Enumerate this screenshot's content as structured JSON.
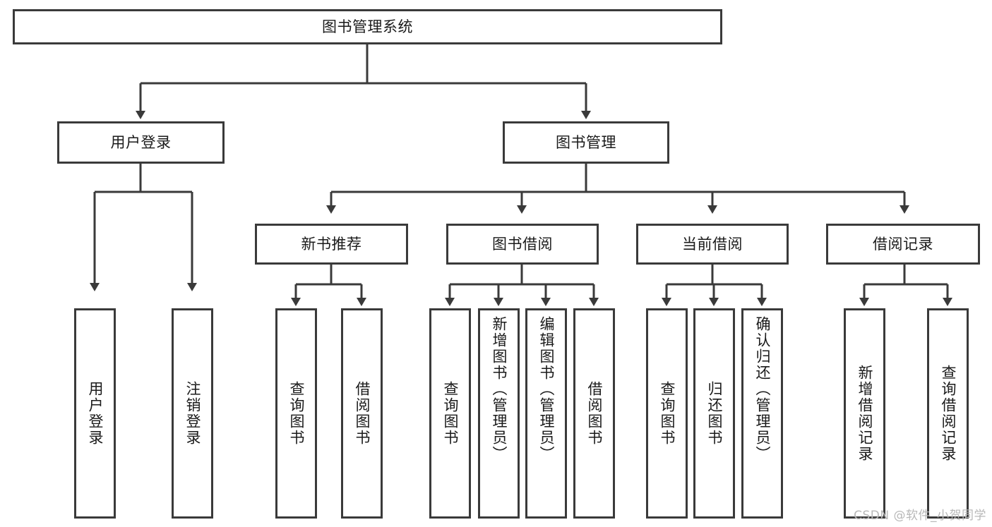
{
  "diagram": {
    "type": "tree-hierarchy",
    "title": "图书管理系统",
    "root": {
      "id": "root",
      "label": "图书管理系统"
    },
    "level1": [
      {
        "id": "user-login",
        "label": "用户登录"
      },
      {
        "id": "book-manage",
        "label": "图书管理"
      }
    ],
    "level2": [
      {
        "id": "new-book-recommend",
        "label": "新书推荐",
        "parent": "book-manage"
      },
      {
        "id": "book-borrow",
        "label": "图书借阅",
        "parent": "book-manage"
      },
      {
        "id": "current-borrow",
        "label": "当前借阅",
        "parent": "book-manage"
      },
      {
        "id": "borrow-record",
        "label": "借阅记录",
        "parent": "book-manage"
      }
    ],
    "leaves": [
      {
        "id": "leaf-user-login",
        "label": "用户登录",
        "parent": "user-login"
      },
      {
        "id": "leaf-logout",
        "label": "注销登录",
        "parent": "user-login"
      },
      {
        "id": "leaf-query-book-1",
        "label": "查询图书",
        "parent": "new-book-recommend"
      },
      {
        "id": "leaf-borrow-book-1",
        "label": "借阅图书",
        "parent": "new-book-recommend"
      },
      {
        "id": "leaf-query-book-2",
        "label": "查询图书",
        "parent": "book-borrow"
      },
      {
        "id": "leaf-add-book",
        "label": "新增图书（管理员）",
        "parent": "book-borrow"
      },
      {
        "id": "leaf-edit-book",
        "label": "编辑图书（管理员）",
        "parent": "book-borrow"
      },
      {
        "id": "leaf-borrow-book-2",
        "label": "借阅图书",
        "parent": "book-borrow"
      },
      {
        "id": "leaf-query-book-3",
        "label": "查询图书",
        "parent": "current-borrow"
      },
      {
        "id": "leaf-return-book",
        "label": "归还图书",
        "parent": "current-borrow"
      },
      {
        "id": "leaf-confirm-return",
        "label": "确认归还（管理员）",
        "parent": "current-borrow"
      },
      {
        "id": "leaf-add-record",
        "label": "新增借阅记录",
        "parent": "borrow-record"
      },
      {
        "id": "leaf-query-record",
        "label": "查询借阅记录",
        "parent": "borrow-record"
      }
    ],
    "colors": {
      "stroke": "#3a3a3a",
      "fill": "#ffffff",
      "text": "#1a1a1a",
      "watermark": "#b8b8b8"
    }
  },
  "watermark": {
    "text": "CSDN @软件_小贺同学"
  }
}
